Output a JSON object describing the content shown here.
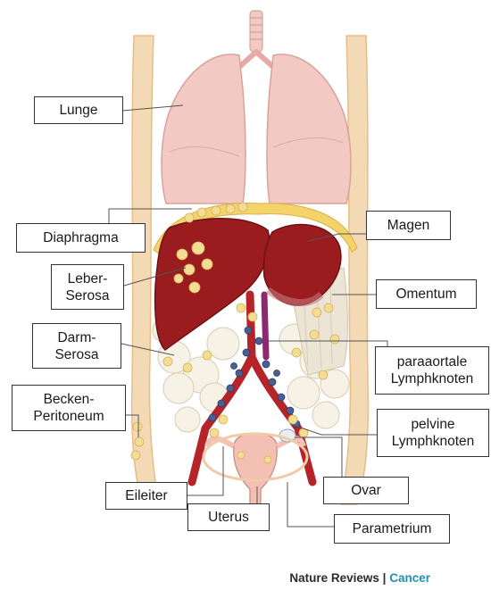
{
  "labels": {
    "lunge": "Lunge",
    "diaphragma": "Diaphragma",
    "leber_serosa_l1": "Leber-",
    "leber_serosa_l2": "Serosa",
    "darm_serosa_l1": "Darm-",
    "darm_serosa_l2": "Serosa",
    "becken_l1": "Becken-",
    "becken_l2": "Peritoneum",
    "eileiter": "Eileiter",
    "uterus": "Uterus",
    "magen": "Magen",
    "omentum": "Omentum",
    "paraaortale_l1": "paraaortale",
    "paraaortale_l2": "Lymphknoten",
    "pelvine_l1": "pelvine",
    "pelvine_l2": "Lymphknoten",
    "ovar": "Ovar",
    "parametrium": "Parametrium"
  },
  "credit": {
    "publisher": "Nature Reviews",
    "separator": "|",
    "journal": "Cancer"
  },
  "colors": {
    "liver": "#9b1c1f",
    "lung": "#f2c9c3",
    "body_wall": "#f4d9b5",
    "vessel": "#b52428",
    "lymph_node": "#4a5f92",
    "metastasis": "#f3dc93",
    "accent": "#1f8fb5"
  }
}
